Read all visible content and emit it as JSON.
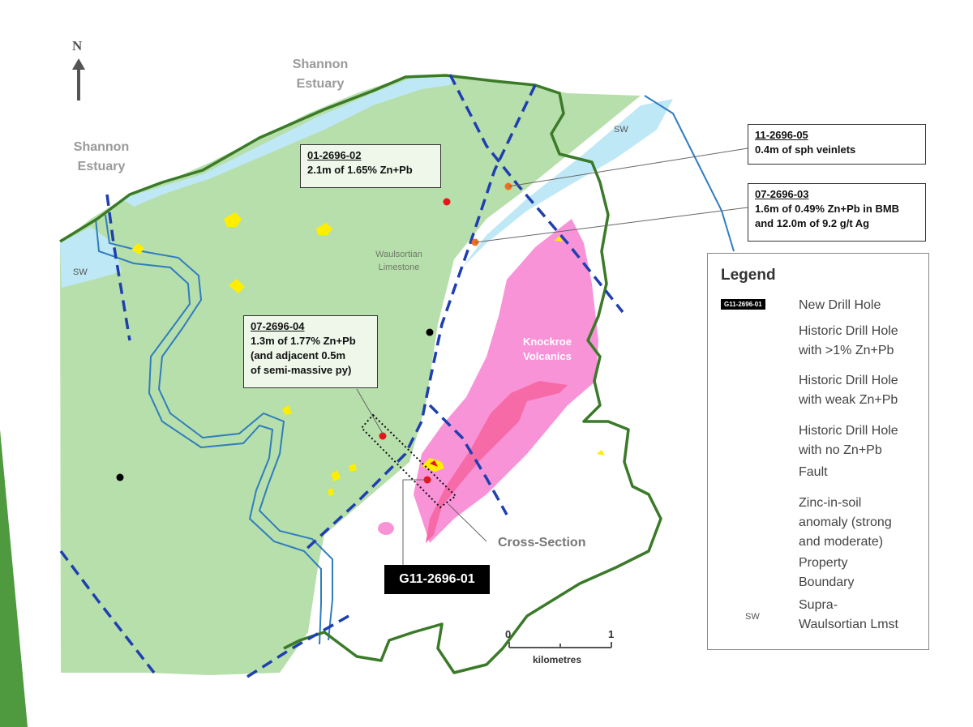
{
  "north_arrow": {
    "letter": "N"
  },
  "water_labels": [
    {
      "line1": "Shannon",
      "line2": "Estuary"
    },
    {
      "line1": "Shannon",
      "line2": "Estuary"
    }
  ],
  "unit_labels": {
    "waulsortian": {
      "line1": "Waulsortian",
      "line2": "Limestone"
    },
    "knockroe": {
      "line1": "Knockroe",
      "line2": "Volcanics"
    },
    "sw_left": "SW",
    "sw_right": "SW"
  },
  "callouts": {
    "c01": {
      "hole": "01-2696-02",
      "text": "2.1m of 1.65% Zn+Pb"
    },
    "c11": {
      "hole": "11-2696-05",
      "text": "0.4m of sph veinlets"
    },
    "c03": {
      "hole": "07-2696-03",
      "line1": "1.6m of 0.49% Zn+Pb in BMB",
      "line2": "and 12.0m of 9.2 g/t Ag"
    },
    "c04": {
      "hole": "07-2696-04",
      "line1": "1.3m of 1.77% Zn+Pb",
      "line2": "(and adjacent 0.5m",
      "line3": "of semi-massive py)"
    }
  },
  "cross_section_label": "Cross-Section",
  "new_hole_label": "G11-2696-01",
  "scale": {
    "min": "0",
    "max": "1",
    "unit": "kilometres"
  },
  "legend": {
    "title": "Legend",
    "badge": "G11-2696-01",
    "items": [
      {
        "line1": "New Drill Hole",
        "line2": ""
      },
      {
        "line1": "Historic Drill Hole",
        "line2": "with >1% Zn+Pb"
      },
      {
        "line1": "Historic Drill Hole",
        "line2": "with weak Zn+Pb"
      },
      {
        "line1": "Historic Drill Hole",
        "line2": "with no Zn+Pb"
      },
      {
        "line1": "Fault",
        "line2": ""
      },
      {
        "line1": "Zinc-in-soil",
        "line2": "anomaly (strong",
        "line3": "and moderate)"
      },
      {
        "line1": "Property",
        "line2": "Boundary"
      },
      {
        "line1": "Supra-",
        "line2": "Waulsortian Lmst"
      }
    ],
    "sw_symbol": "SW"
  },
  "colors": {
    "limestone": "#b7dfab",
    "sw_water": "#bfe8f7",
    "volcanics": "#f993d8",
    "volcanics_core": "#f76aa8",
    "boundary": "#3a7a28",
    "river": "#2f7dbf",
    "fault": "#1f3fb0",
    "drill_strong": "#e8141a",
    "drill_weak": "#f07020",
    "drill_none": "#000000",
    "anomaly": "#ffee00",
    "edge_bar": "#4f9a3f"
  }
}
